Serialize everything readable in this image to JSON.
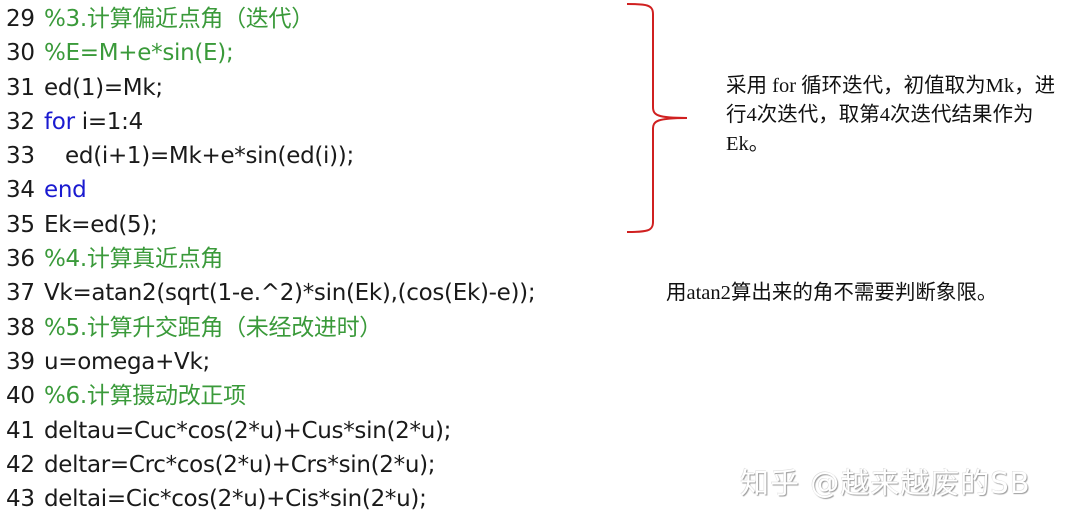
{
  "code": {
    "lines": [
      {
        "num": "29",
        "indent": "",
        "segments": [
          {
            "type": "comment",
            "text": "%3.计算偏近点角（迭代）"
          }
        ]
      },
      {
        "num": "30",
        "indent": "",
        "segments": [
          {
            "type": "comment",
            "text": "%E=M+e*sin(E);"
          }
        ]
      },
      {
        "num": "31",
        "indent": "",
        "segments": [
          {
            "type": "code",
            "text": "ed(1)=Mk;"
          }
        ]
      },
      {
        "num": "32",
        "indent": "",
        "segments": [
          {
            "type": "keyword",
            "text": "for"
          },
          {
            "type": "code",
            "text": " i=1:4"
          }
        ]
      },
      {
        "num": "33",
        "indent": "   ",
        "segments": [
          {
            "type": "code",
            "text": "ed(i+1)=Mk+e*sin(ed(i));"
          }
        ]
      },
      {
        "num": "34",
        "indent": "",
        "segments": [
          {
            "type": "keyword",
            "text": "end"
          }
        ]
      },
      {
        "num": "35",
        "indent": "",
        "segments": [
          {
            "type": "code",
            "text": "Ek=ed(5);"
          }
        ]
      },
      {
        "num": "36",
        "indent": "",
        "segments": [
          {
            "type": "comment",
            "text": "%4.计算真近点角"
          }
        ]
      },
      {
        "num": "37",
        "indent": "",
        "segments": [
          {
            "type": "code",
            "text": "Vk=atan2(sqrt(1-e.^2)*sin(Ek),(cos(Ek)-e));"
          }
        ]
      },
      {
        "num": "38",
        "indent": "",
        "segments": [
          {
            "type": "comment",
            "text": "%5.计算升交距角（未经改进时）"
          }
        ]
      },
      {
        "num": "39",
        "indent": "",
        "segments": [
          {
            "type": "code",
            "text": "u=omega+Vk;"
          }
        ]
      },
      {
        "num": "40",
        "indent": "",
        "segments": [
          {
            "type": "comment",
            "text": "%6.计算摄动改正项"
          }
        ]
      },
      {
        "num": "41",
        "indent": "",
        "segments": [
          {
            "type": "code",
            "text": "deltau=Cuc*cos(2*u)+Cus*sin(2*u);"
          }
        ]
      },
      {
        "num": "42",
        "indent": "",
        "segments": [
          {
            "type": "code",
            "text": "deltar=Crc*cos(2*u)+Crs*sin(2*u);"
          }
        ]
      },
      {
        "num": "43",
        "indent": "",
        "segments": [
          {
            "type": "code",
            "text": "deltai=Cic*cos(2*u)+Cis*sin(2*u);"
          }
        ]
      }
    ]
  },
  "annotations": {
    "loop_note": "采用 for 循环迭代，初值取为Mk，进行4次迭代，取第4次迭代结果作为Ek。",
    "atan2_note": "用atan2算出来的角不需要判断象限。"
  },
  "watermark": "知乎 @越来越废的SB",
  "colors": {
    "comment": "#3a9a3a",
    "keyword": "#1a1ad0",
    "text": "#1a1a1a",
    "brace": "#d02020"
  },
  "icons": {
    "brace": "right-curly-brace-icon"
  }
}
